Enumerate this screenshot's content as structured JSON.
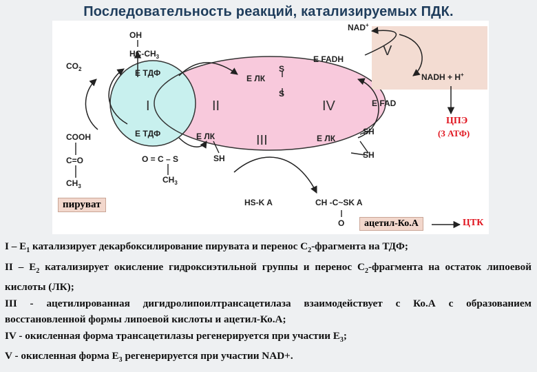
{
  "title": "Последовательность реакций, катализируемых ПДК.",
  "diagram": {
    "oh": "OH",
    "hc_ch3": "HC-CH",
    "hc_sub": "3",
    "co2": "CO",
    "co2_sub": "2",
    "e1_tdf_top": "E TДФ",
    "e1_tdf_bottom": "E TДФ",
    "e2_lk_top": "E ЛК",
    "e2_lk_mid": "E ЛК",
    "e2_lk_right": "E ЛК",
    "s_top": "S",
    "s_bottom": "S",
    "sh1": "SH",
    "sh2": "SH",
    "sh3": "SH",
    "cooh": "COOH",
    "c_eq_o": "C=O",
    "ch3_left": "CH",
    "ch3_sub": "3",
    "o_eq_c_s": "O = C – S",
    "ch3_mid": "CH",
    "nad": "NAD",
    "nad_sup": "+",
    "e3fadh2": "E FADH",
    "e3fad": "E FAD",
    "nadh": "NADH + H",
    "nadh_sup": "+",
    "roman_i": "I",
    "roman_ii": "II",
    "roman_iii": "III",
    "roman_iv": "IV",
    "roman_v": "V",
    "hs_koa": "HS-K A",
    "acetyl_koa_formula": "CH -C~SK A",
    "o_bottom": "O",
    "cpe": "ЦПЭ",
    "atp": "(3 АТФ)",
    "piruvat": "пируват",
    "acetyl_koa": "ацетил-Ко.А",
    "ctk": "ЦТК"
  },
  "legend": {
    "l1a": "I – E",
    "l1_sub": "1",
    "l1b": " катализирует декарбоксилирование пирувата и перенос С",
    "l1_sub2": "2",
    "l1c": "-фрагмента на ТДФ;",
    "l2a": "II – E",
    "l2_sub": "2",
    "l2b": " катализирует окисление гидроксиэтильной группы и перенос С",
    "l2_sub2": "2",
    "l2c": "-фрагмента на остаток липоевой кислоты (ЛК);",
    "l3": "III - ацетилированная дигидролипоилтрансацетилаза взаимодействует с Ко.А с образованием восстановленной формы липоевой кислоты и ацетил-Ко.А;",
    "l4a": "IV - окисленная форма трансацетилазы регенерируется при участии E",
    "l4_sub": "3",
    "l4b": ";",
    "l5a": "V - окисленная форма E",
    "l5_sub": "3",
    "l5b": " регенерируется при участии NAD+."
  },
  "colors": {
    "title": "#1f3d5c",
    "circle_i": "#c8f0ee",
    "ellipse_ii_iv": "#f8c9dc",
    "box_v": "#f3dcd2",
    "red_text": "#e0141e"
  }
}
